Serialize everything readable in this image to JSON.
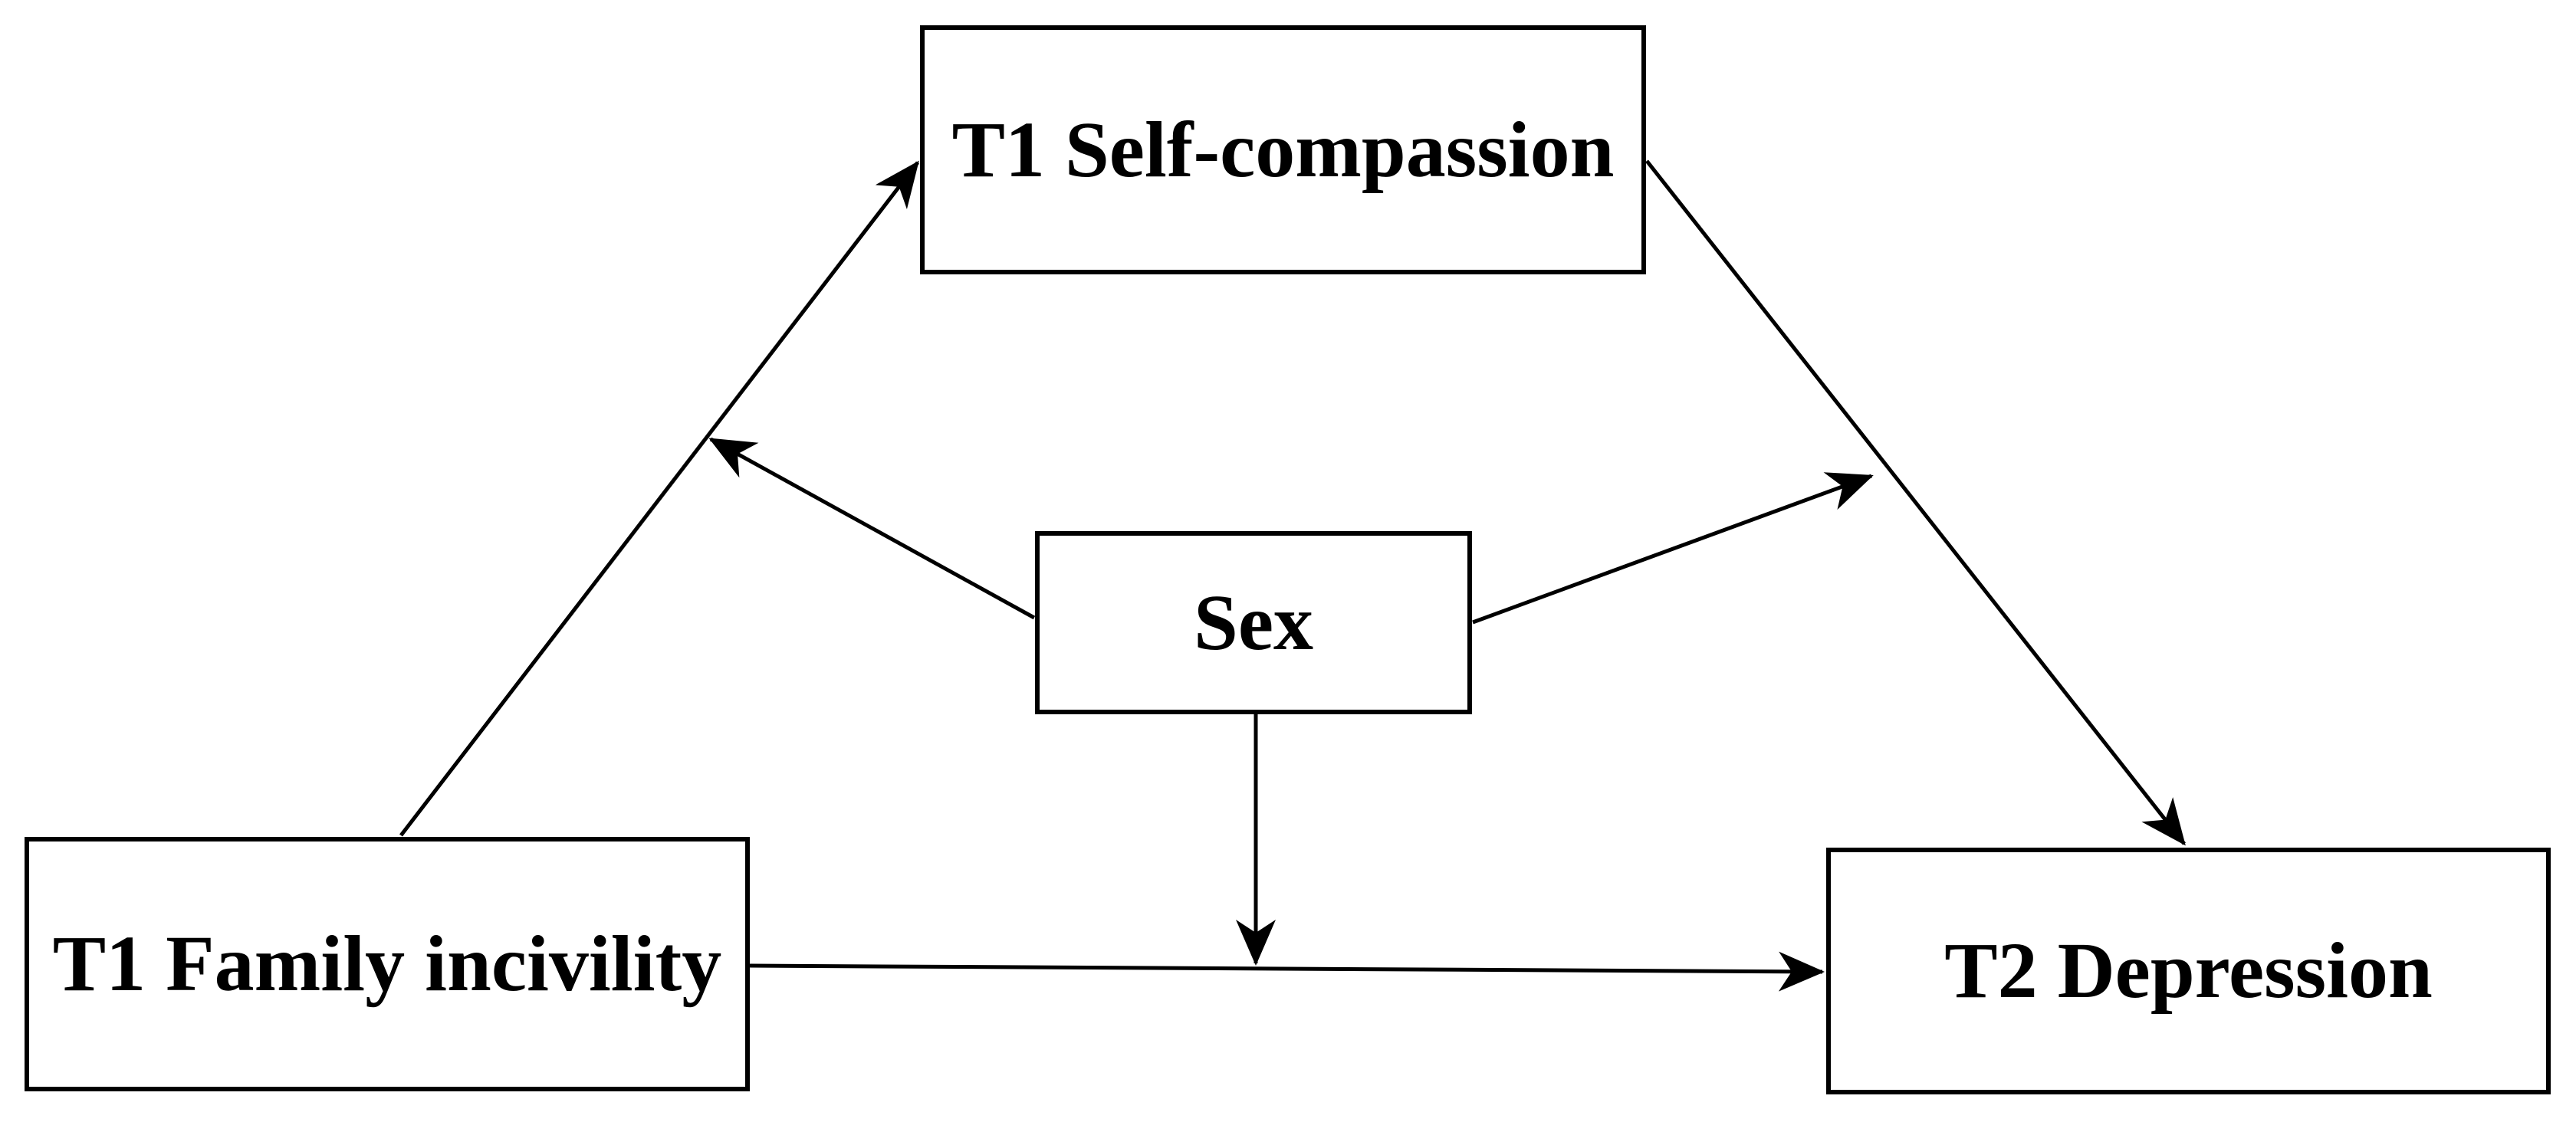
{
  "figure": {
    "type": "path-diagram",
    "colors": {
      "background": "#ffffff",
      "line": "#000000",
      "text": "#000000",
      "node_fill": "#ffffff"
    },
    "nodes": [
      {
        "id": "self_compassion",
        "label": "T1 Self-compassion"
      },
      {
        "id": "sex",
        "label": "Sex"
      },
      {
        "id": "family_incivility",
        "label": "T1 Family incivility"
      },
      {
        "id": "depression",
        "label": "T2 Depression"
      }
    ],
    "edges": [
      {
        "from": "T1 Family incivility",
        "to": "T1 Self-compassion",
        "style": "arrow"
      },
      {
        "from": "T1 Self-compassion",
        "to": "T2 Depression",
        "style": "arrow"
      },
      {
        "from": "T1 Family incivility",
        "to": "T2 Depression",
        "style": "arrow"
      },
      {
        "from": "Sex",
        "to": "path: T1 Family incivility → T1 Self-compassion",
        "style": "arrow"
      },
      {
        "from": "Sex",
        "to": "path: T1 Self-compassion → T2 Depression",
        "style": "arrow"
      },
      {
        "from": "Sex",
        "to": "path: T1 Family incivility → T2 Depression",
        "style": "arrow"
      }
    ]
  }
}
